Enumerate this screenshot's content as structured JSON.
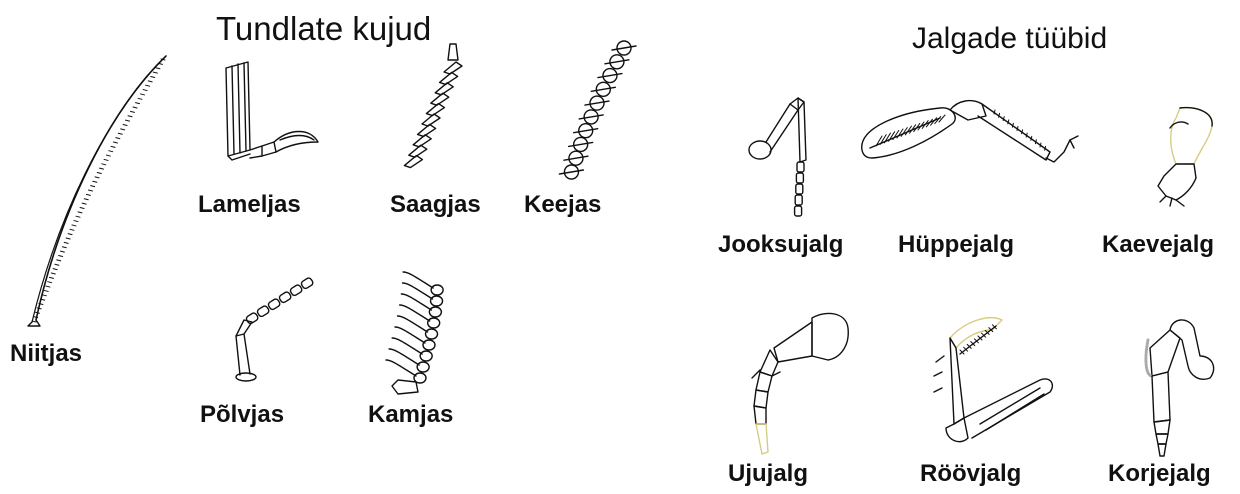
{
  "antenna_section": {
    "title": "Tundlate kujud",
    "types": [
      {
        "label": "Niitjas",
        "icon": "filiform-antenna-icon"
      },
      {
        "label": "Lameljas",
        "icon": "lamellate-antenna-icon"
      },
      {
        "label": "Saagjas",
        "icon": "serrate-antenna-icon"
      },
      {
        "label": "Keejas",
        "icon": "moniliform-antenna-icon"
      },
      {
        "label": "Põlvjas",
        "icon": "geniculate-antenna-icon"
      },
      {
        "label": "Kamjas",
        "icon": "pectinate-antenna-icon"
      }
    ]
  },
  "leg_section": {
    "title": "Jalgade tüübid",
    "types": [
      {
        "label": "Jooksujalg",
        "icon": "running-leg-icon"
      },
      {
        "label": "Hüppejalg",
        "icon": "jumping-leg-icon"
      },
      {
        "label": "Kaevejalg",
        "icon": "digging-leg-icon"
      },
      {
        "label": "Ujujalg",
        "icon": "swimming-leg-icon"
      },
      {
        "label": "Röövjalg",
        "icon": "raptorial-leg-icon"
      },
      {
        "label": "Korjejalg",
        "icon": "collecting-leg-icon"
      }
    ]
  },
  "colors": {
    "ink": "#111111",
    "pale_yellow": "#e6dca0"
  }
}
